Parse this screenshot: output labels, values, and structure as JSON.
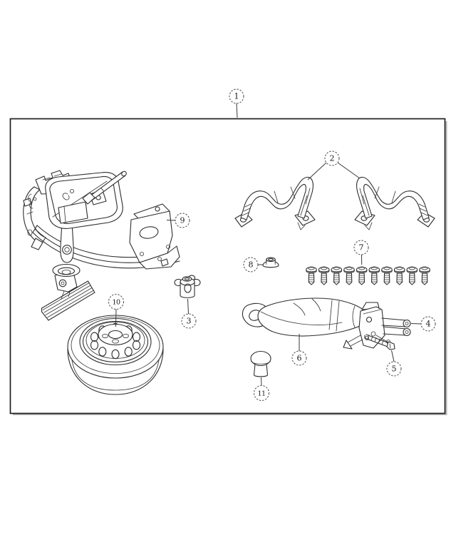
{
  "diagram": {
    "callouts": [
      "1",
      "2",
      "3",
      "4",
      "5",
      "6",
      "7",
      "8",
      "9",
      "10",
      "11"
    ],
    "colors": {
      "background": "#ffffff",
      "line": "#2e2e2e",
      "border": "#1f1f1f",
      "callout_stroke": "#4a4a4a",
      "shadow": "#9e9e9e"
    }
  }
}
